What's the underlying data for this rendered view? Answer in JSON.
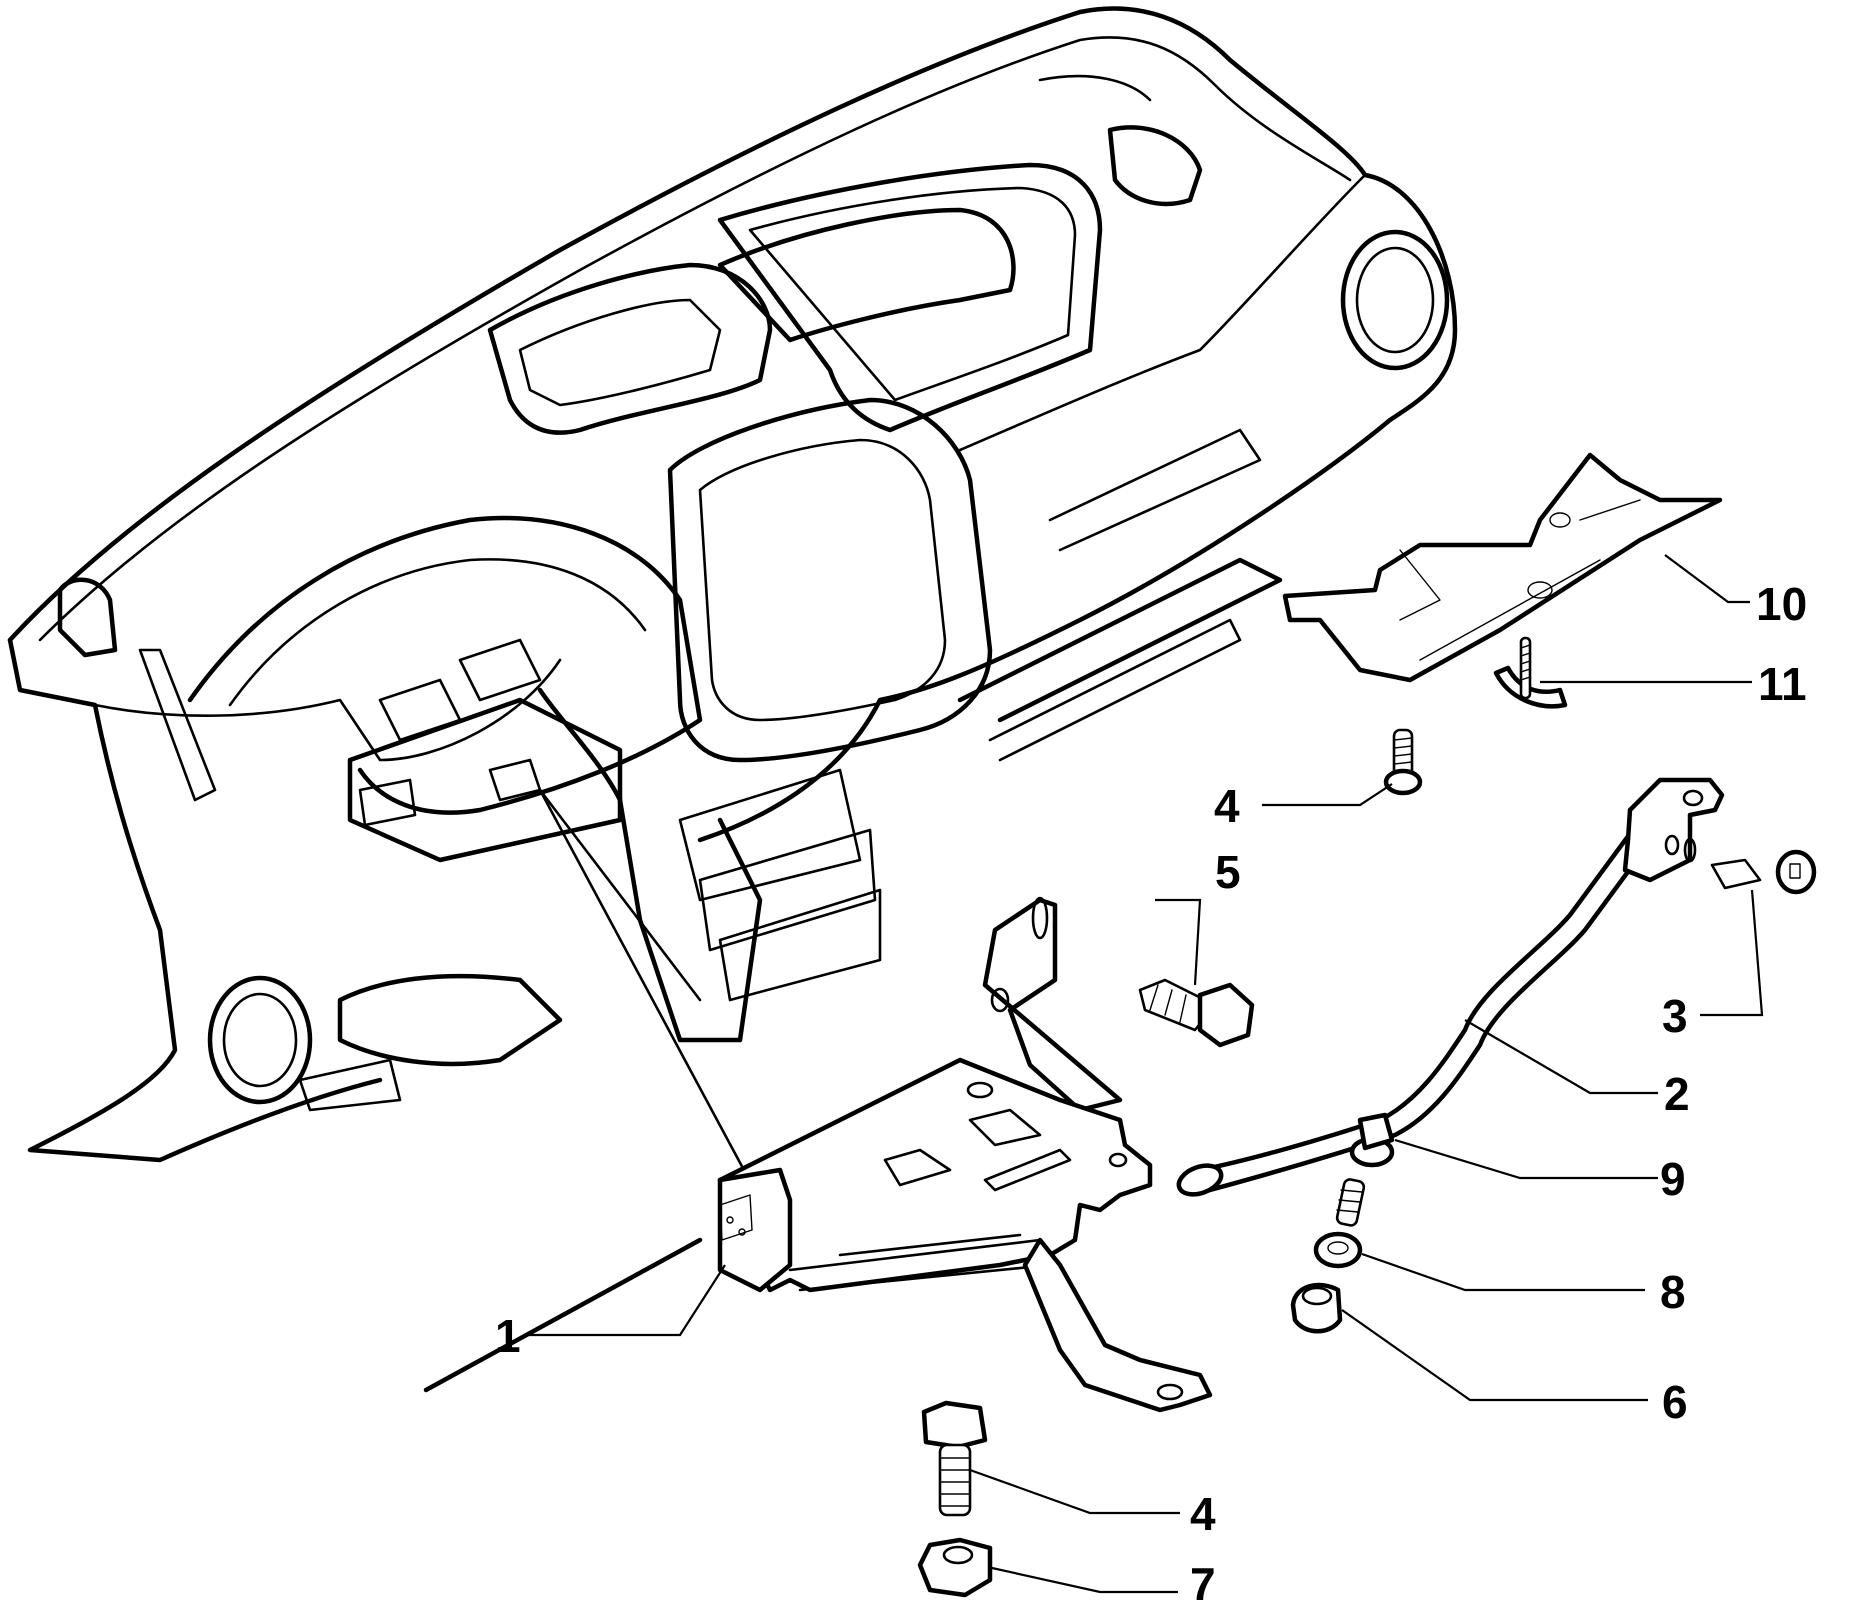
{
  "diagram": {
    "type": "exploded parts diagram",
    "subject": "dashboard crossmember / steering column support assembly",
    "colors": {
      "line": "#000000",
      "background": "#ffffff"
    },
    "parts": [
      {
        "id": "p1",
        "number": "1",
        "name": "steering-column-support-bracket"
      },
      {
        "id": "p2",
        "number": "2",
        "name": "support-rod"
      },
      {
        "id": "p3",
        "number": "3",
        "name": "bolt-with-hex-socket"
      },
      {
        "id": "p4a",
        "number": "4",
        "name": "screw-upper"
      },
      {
        "id": "p4b",
        "number": "4",
        "name": "hex-bolt-lower"
      },
      {
        "id": "p5",
        "number": "5",
        "name": "hex-bolt"
      },
      {
        "id": "p6",
        "number": "6",
        "name": "flange-nut"
      },
      {
        "id": "p7",
        "number": "7",
        "name": "hex-nut"
      },
      {
        "id": "p8",
        "number": "8",
        "name": "washer"
      },
      {
        "id": "p9",
        "number": "9",
        "name": "flange-bolt"
      },
      {
        "id": "p10",
        "number": "10",
        "name": "lower-trim-panel"
      },
      {
        "id": "p11",
        "number": "11",
        "name": "self-tapping-screw-with-clip"
      }
    ]
  }
}
